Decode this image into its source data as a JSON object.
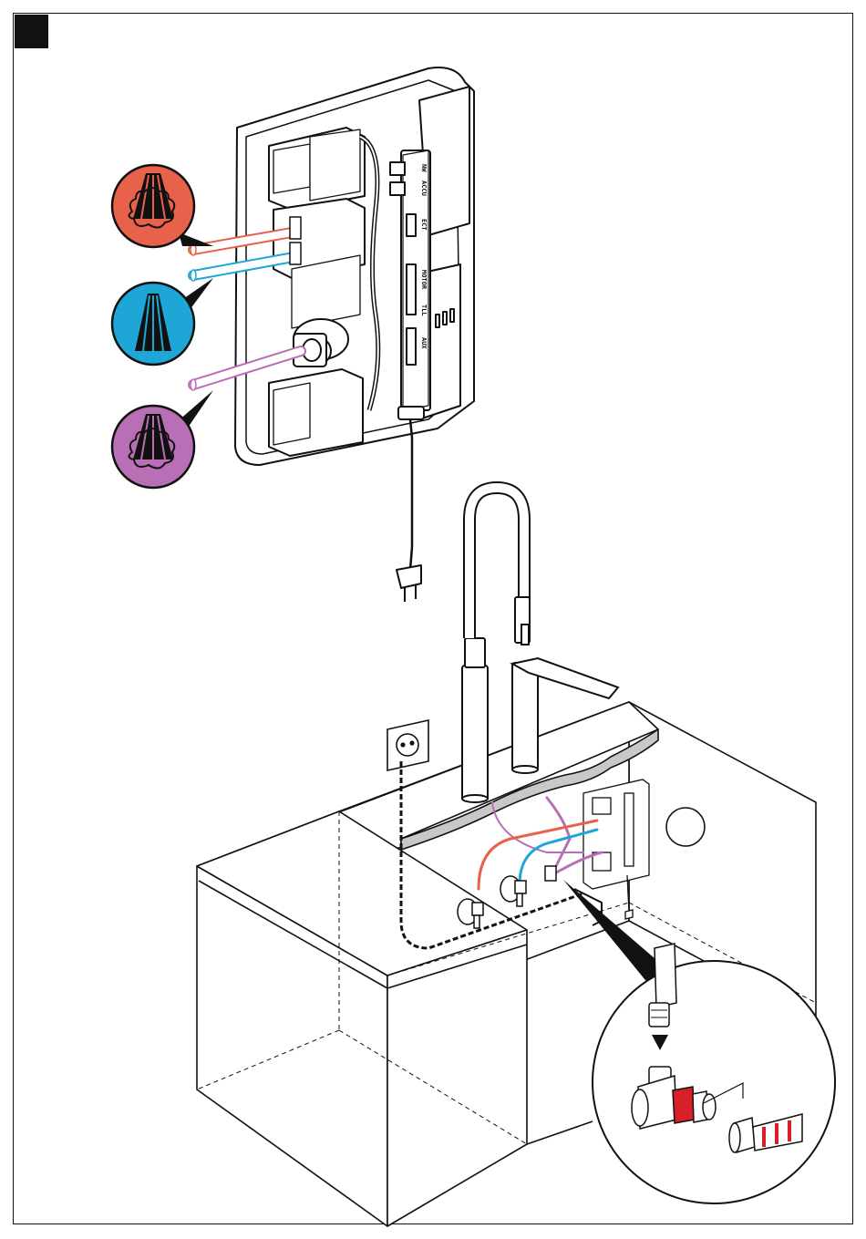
{
  "labels": {
    "module": [
      "NW",
      "ACCU",
      "ECT",
      "MOTOR",
      "TLL",
      "AUX"
    ]
  },
  "colors": {
    "hot": "#e8614a",
    "cold": "#1ea7d6",
    "mixed": "#b86fb5",
    "outline": "#111111",
    "worktop_edge": "#c8c8c8",
    "fitting_band": "#d8202a"
  },
  "icons": {
    "hot_water": "hot-spray-icon",
    "cold_water": "cold-spray-icon",
    "mixed_water": "mixed-spray-icon",
    "socket": "wall-socket-icon",
    "plug": "power-plug-icon"
  }
}
